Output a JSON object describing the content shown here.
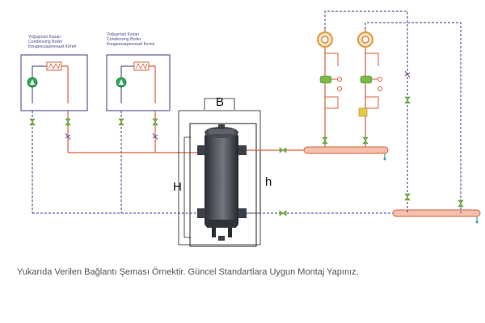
{
  "boilers": [
    {
      "lines": [
        "Yoğuşmalı Kazan",
        "Condensing Boiler",
        "Конденсационный Котел"
      ]
    },
    {
      "lines": [
        "Yoğuşmalı Kazan",
        "Condensing Boiler",
        "Конденсационный Котел"
      ]
    }
  ],
  "dimensions": {
    "width": "B",
    "height": "H",
    "connection_height": "h"
  },
  "caption": "Yukarıda Verilen Bağlantı Şeması Örnektir. Güncel Standartlara Uygun Montaj Yapınız.",
  "colors": {
    "supply": "#d9603e",
    "return": "#3c3c86",
    "boiler_frame": "#3c3c86",
    "pump": "#2fa85a",
    "valve": "#7ab84a",
    "gauge": "#e09a3a",
    "tank": "#3b3f47"
  },
  "icons": [
    "pump-icon",
    "heat-exchanger-icon",
    "valve-icon",
    "check-valve-icon",
    "gauge-icon",
    "balancing-valve-icon"
  ]
}
